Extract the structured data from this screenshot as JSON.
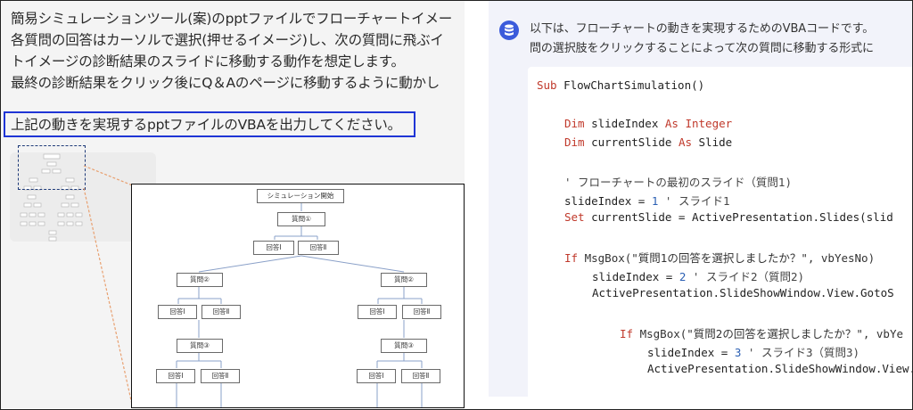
{
  "left_panel": {
    "prompt_lines": [
      "簡易シミュレーションツール(案)のpptファイルでフローチャートイメー",
      "各質問の回答はカーソルで選択(押せるイメージ)し、次の質問に飛ぶイ",
      "トイメージの診断結果のスライドに移動する動作を想定します。",
      "最終の診断結果をクリック後にQ＆Aのページに移動するように動かし"
    ],
    "highlight_request": "上記の動きを実現するpptファイルのVBAを出力してください。",
    "flowchart": {
      "start": "シミュレーション開始",
      "q1": "質問①",
      "ans1": "回答Ⅰ",
      "ans2": "回答Ⅱ",
      "q2": "質問②",
      "q3": "質問③"
    }
  },
  "right_panel": {
    "answer_lines": [
      "以下は、フローチャートの動きを実現するためのVBAコードです。",
      "問の選択肢をクリックすることによって次の質問に移動する形式に"
    ],
    "code": {
      "sub_kw": "Sub",
      "sub_name": " FlowChartSimulation()",
      "dim1_kw": "Dim",
      "dim1_var": " slideIndex ",
      "dim1_as": "As",
      "dim1_type": " Integer",
      "dim2_kw": "Dim",
      "dim2_var": " currentSlide ",
      "dim2_as": "As",
      "dim2_type": " Slide",
      "comment1": "' フローチャートの最初のスライド（質問1)",
      "assign1_pre": "slideIndex = ",
      "assign1_num": "1",
      "assign1_cmt": " ' スライド1",
      "set_kw": "Set",
      "set_rest": " currentSlide = ActivePresentation.Slides(slid",
      "if1_kw": "If",
      "if1_rest": " MsgBox(\"質問1の回答を選択しましたか？\", vbYesNo)",
      "assign2_pre": "slideIndex = ",
      "assign2_num": "2",
      "assign2_cmt": " ' スライド2（質問2)",
      "goto1": "ActivePresentation.SlideShowWindow.View.GotoS",
      "if2_kw": "If",
      "if2_rest": " MsgBox(\"質問2の回答を選択しましたか？\", vbYe",
      "assign3_pre": "slideIndex = ",
      "assign3_num": "3",
      "assign3_cmt": " ' スライド3（質問3)",
      "goto2": "ActivePresentation.SlideShowWindow.View.G"
    }
  },
  "colors": {
    "highlight_border": "#1f35d6",
    "keyword": "#c0392b",
    "number": "#2b5fb3",
    "icon_bg": "#3b5bdb",
    "leader_line": "#e8a070"
  },
  "icons": [
    "database-icon"
  ]
}
